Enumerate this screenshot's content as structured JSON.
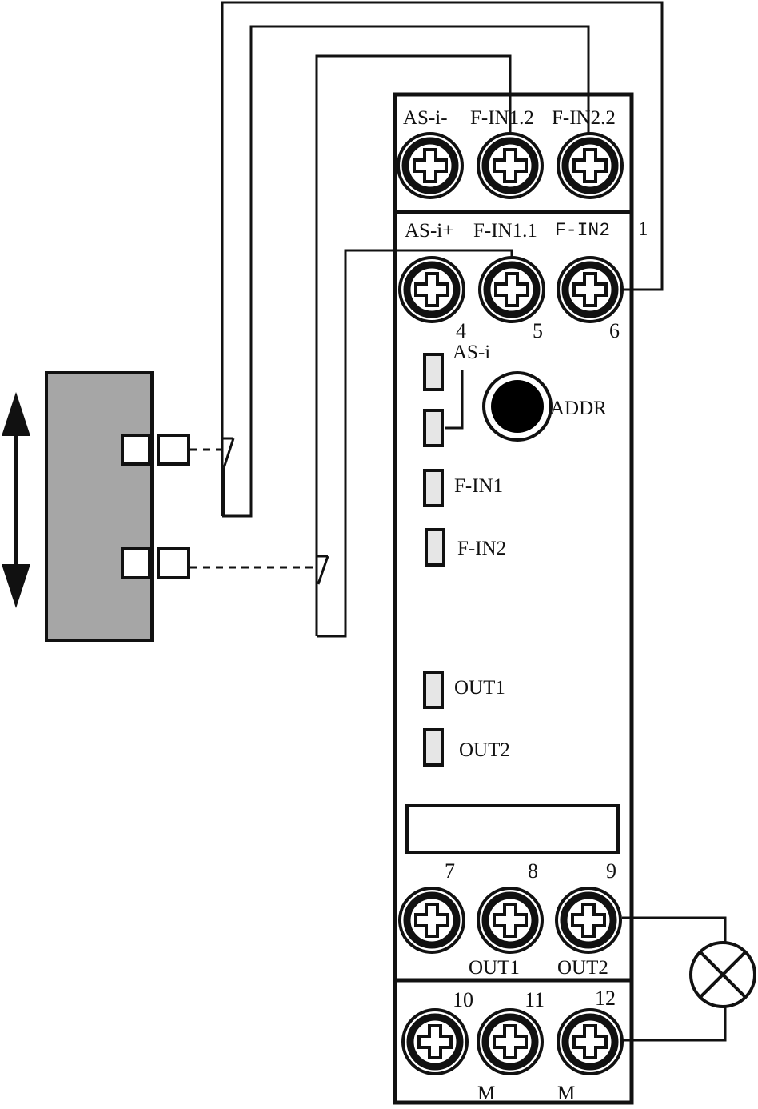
{
  "colors": {
    "line": "#111111",
    "device_fill": "#ffffff",
    "actuator_fill": "#a6a6a6",
    "led_fill": "#e6e6e6",
    "button_fill": "#000000"
  },
  "terminals": {
    "top_row": [
      "AS-i-",
      "F-IN1.2",
      "F-IN2.2"
    ],
    "second_row": [
      "AS-i+",
      "F-IN1.1",
      "F-IN2",
      "1"
    ],
    "second_row_numbers": [
      "4",
      "5",
      "6"
    ],
    "output_numbers": [
      "7",
      "8",
      "9"
    ],
    "output_labels": [
      "OUT1",
      "OUT2"
    ],
    "bottom_numbers": [
      "10",
      "11",
      "12"
    ],
    "bottom_labels": [
      "M",
      "M"
    ]
  },
  "indicators": {
    "asi_label": "AS-i",
    "addr_label": "ADDR",
    "fin1_label": "F-IN1",
    "fin2_label": "F-IN2",
    "out1_label": "OUT1",
    "out2_label": "OUT2"
  },
  "icons": {
    "terminal": "screw-terminal-icon",
    "lamp": "lamp-icon",
    "arrow": "double-arrow-icon",
    "switch": "safety-switch-icon"
  }
}
